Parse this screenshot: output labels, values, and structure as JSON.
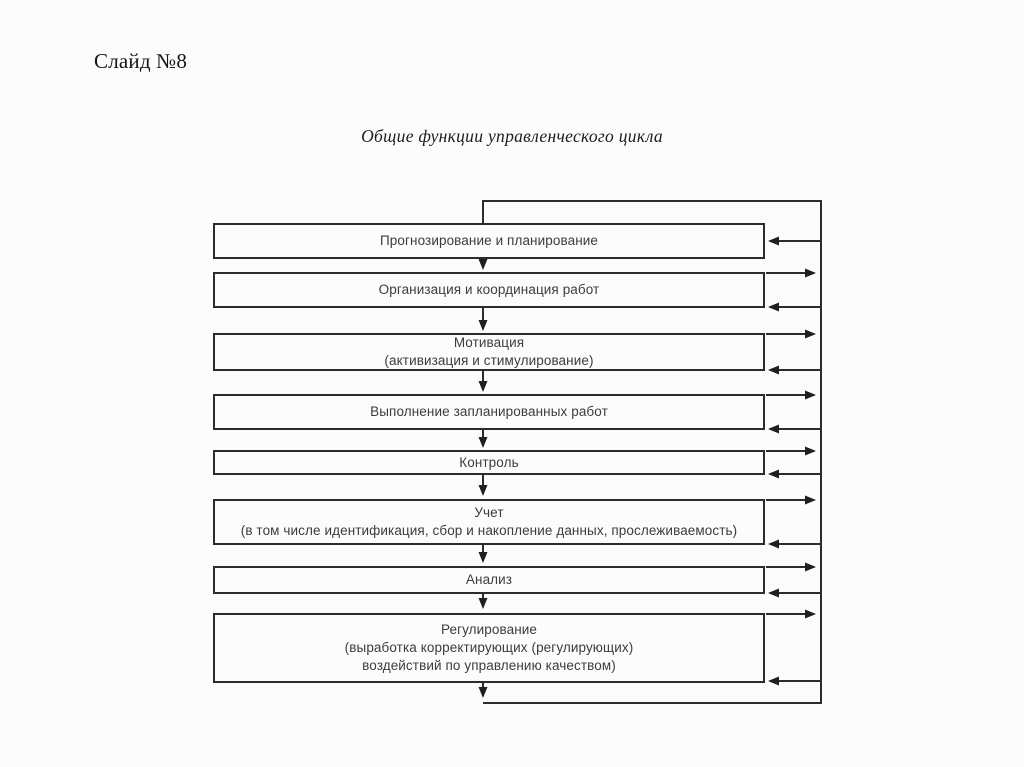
{
  "page": {
    "slide_label": "Слайд №8",
    "title": "Общие функции управленческого цикла"
  },
  "diagram": {
    "type": "flowchart",
    "boxes": [
      {
        "id": "forecasting",
        "lines": [
          "Прогнозирование и планирование"
        ]
      },
      {
        "id": "organization",
        "lines": [
          "Организация и координация работ"
        ]
      },
      {
        "id": "motivation",
        "lines": [
          "Мотивация",
          "(активизация и стимулирование)"
        ]
      },
      {
        "id": "execution",
        "lines": [
          "Выполнение запланированных работ"
        ]
      },
      {
        "id": "control",
        "lines": [
          "Контроль"
        ]
      },
      {
        "id": "accounting",
        "lines": [
          "Учет",
          "(в том числе идентификация, сбор и накопление данных, прослеживаемость)"
        ]
      },
      {
        "id": "analysis",
        "lines": [
          "Анализ"
        ]
      },
      {
        "id": "regulation",
        "lines": [
          "Регулирование",
          "(выработка корректирующих (регулирующих)",
          "воздействий по управлению качеством)"
        ]
      }
    ],
    "flow": {
      "sequence": [
        "forecasting",
        "organization",
        "motivation",
        "execution",
        "control",
        "accounting",
        "analysis",
        "regulation"
      ],
      "feedback_channel": "right vertical line: output of each stage feeds the channel (right arrows), channel feeds back into every stage (left arrows) and loops from last stage bottom back to first stage top"
    },
    "colors": {
      "line": "#2c2c2c",
      "arrowhead": "#1f1f1f",
      "box_border": "#2c2c2c",
      "text": "#3c3c3c",
      "background": "#fcfcfc"
    }
  }
}
